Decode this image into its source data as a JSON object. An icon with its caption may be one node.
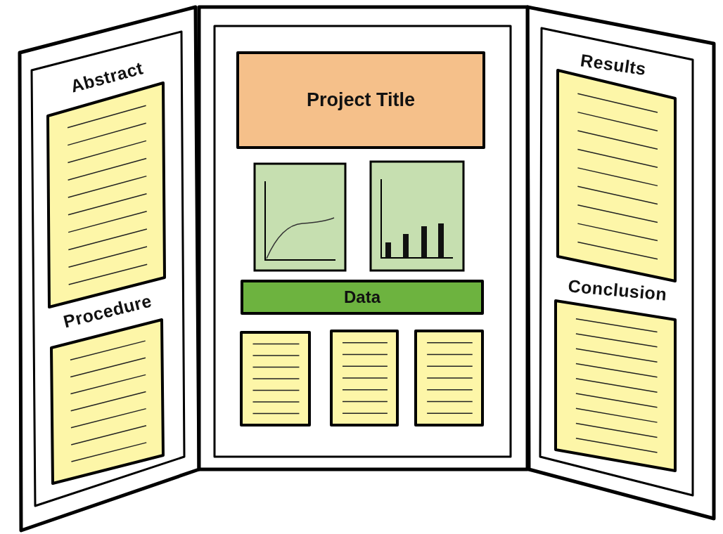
{
  "diagram": {
    "nodes": [
      {
        "text": [
          "Abstract"
        ]
      },
      {
        "text": [
          "Procedure"
        ]
      },
      {
        "text": [
          "Project Title"
        ]
      },
      {
        "text": [
          "Data"
        ]
      },
      {
        "text": [],
        "shape": "box"
      },
      {
        "text": [],
        "shape": "box"
      },
      {
        "text": [],
        "shape": "box"
      },
      {
        "text": [
          "Results"
        ]
      },
      {
        "text": [
          "Conclusion"
        ]
      }
    ]
  }
}
